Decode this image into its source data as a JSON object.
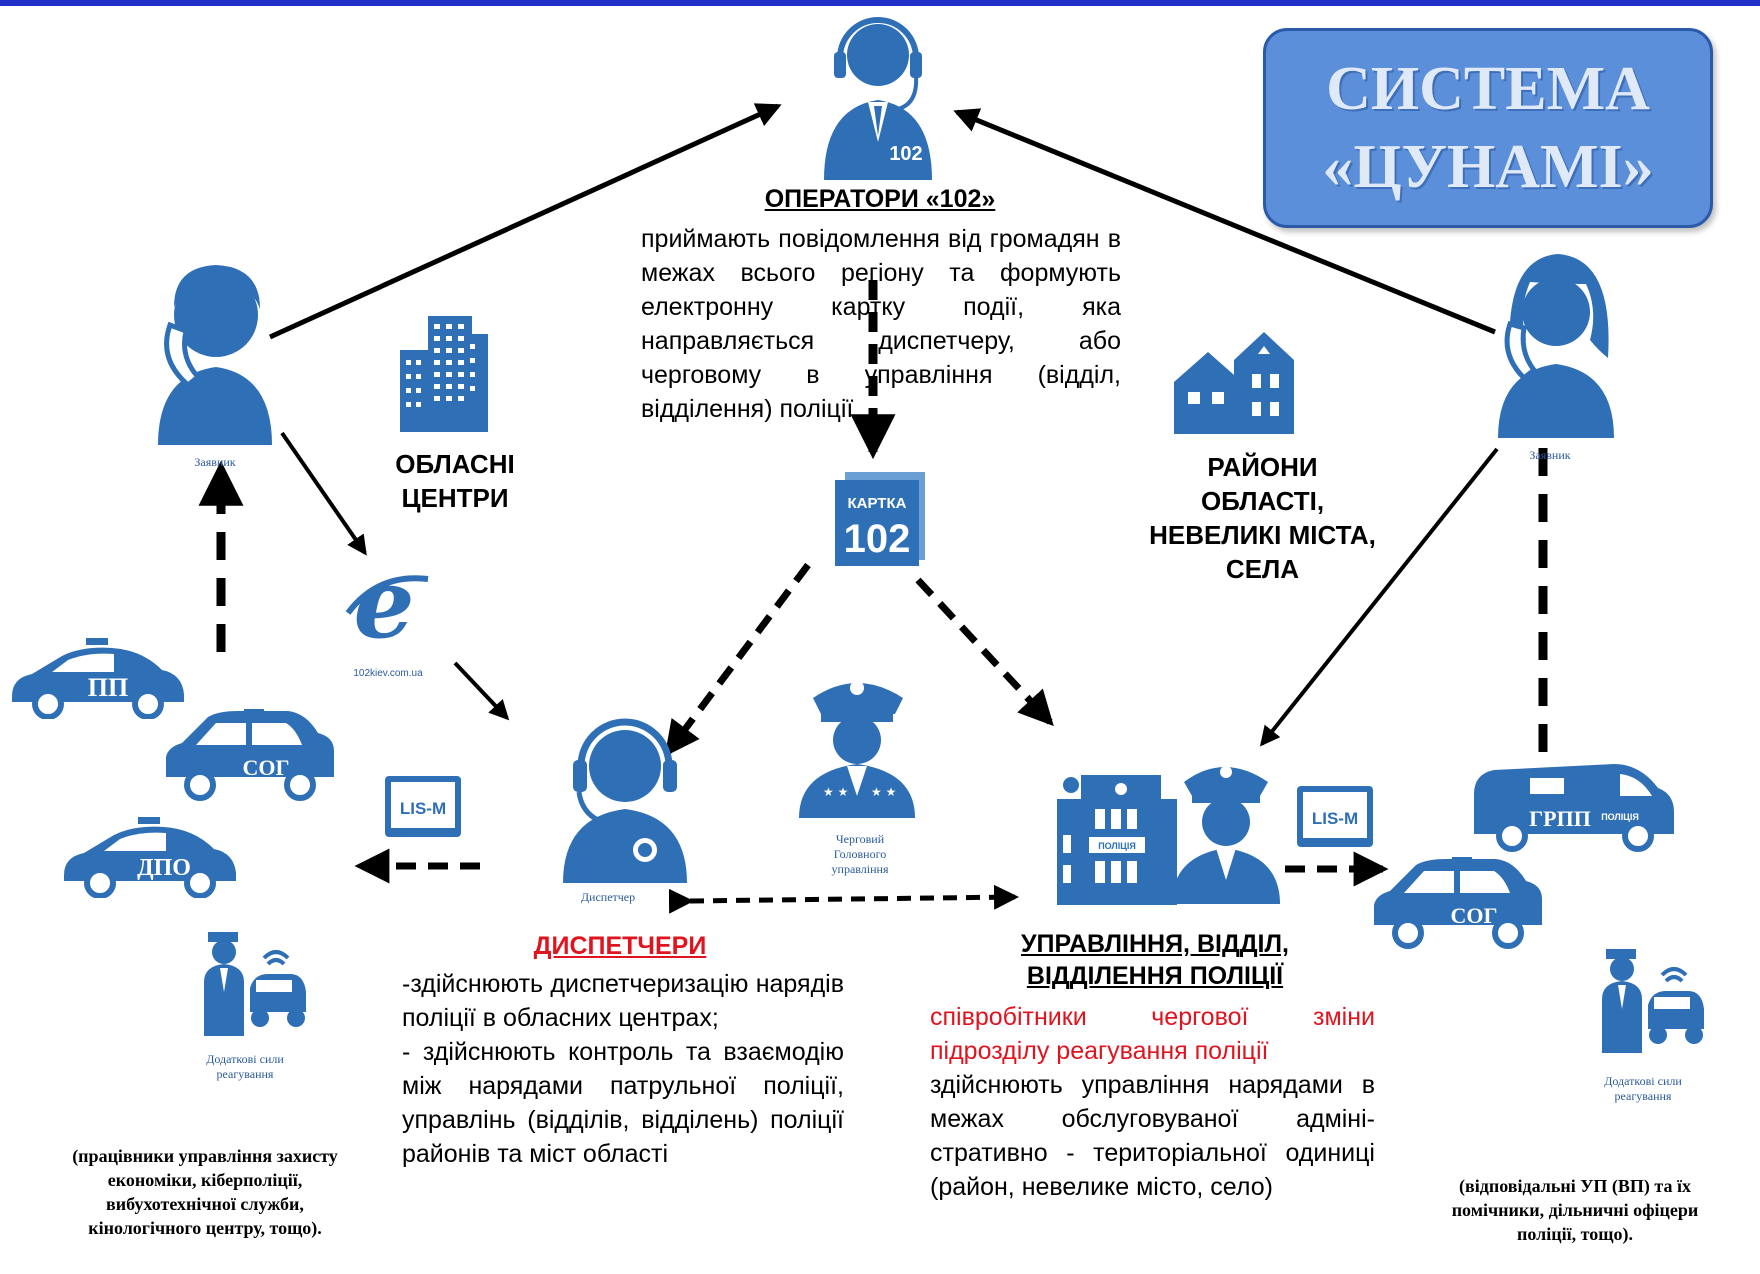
{
  "title": "СИСТЕМА\n«ЦУНАМІ»",
  "operators": {
    "header": "ОПЕРАТОРИ «102»",
    "body": "приймають повідомлення від громадян в межах всього регіону та формують електронну картку події, яка направляється диспетчеру, або черговому в управління (відділ, відділення) поліції",
    "badge": "102"
  },
  "card": {
    "top": "КАРТКА",
    "num": "102"
  },
  "left_zone": {
    "label": "ОБЛАСНІ\nЦЕНТРИ"
  },
  "right_zone": {
    "label": "РАЙОНИ\nОБЛАСТІ,\nНЕВЕЛИКІ МІСТА,\nСЕЛА"
  },
  "left_caller": {
    "caption": "Заявник"
  },
  "right_caller": {
    "caption": "Заявник"
  },
  "web": {
    "caption": "102kiev.com.ua"
  },
  "lis_left": {
    "label": "LIS-M"
  },
  "lis_right": {
    "label": "LIS-M"
  },
  "cars_left": [
    {
      "label": "ПП"
    },
    {
      "label": "СОГ"
    },
    {
      "label": "ДПО"
    }
  ],
  "cars_right": [
    {
      "label": "ГРПП"
    },
    {
      "label": "СОГ"
    }
  ],
  "van_side_label": "ПОЛІЦІЯ",
  "building_sign": "ПОЛІЦІЯ",
  "dispatcher": {
    "caption": "Диспетчер"
  },
  "duty_officer": {
    "caption": "Черговий\nГоловного\nуправління"
  },
  "extra_left": {
    "caption": "Додаткові сили\nреагування"
  },
  "extra_right": {
    "caption": "Додаткові сили\nреагування"
  },
  "dispatchers": {
    "header": "ДИСПЕТЧЕРИ",
    "body1": "-здійснюють диспетчеризацію нарядів поліції в обласних центрах;",
    "body2": "- здійснюють контроль та взаємодію між нарядами патрульної поліції, управлінь (відділів, відділень) поліції районів та міст області"
  },
  "police_unit": {
    "header": "УПРАВЛІННЯ, ВІДДІЛ,\nВІДДІЛЕННЯ ПОЛІЦІЇ",
    "red_body": "співробітники чергової зміни підрозділу реагування поліції",
    "body": "здійснюють управління нарядами в межах обслуговуваної адміні-стративно - територіальної одиниці (район, невелике місто, село)"
  },
  "left_note": "(працівники управління захисту\nекономіки, кіберполіції,\nвибухотехнічної служби,\nкінологічного центру, тощо).",
  "right_note": "(відповідальні  УП (ВП) та їх\nпомічники, дільничні офіцери\nполіції, тощо).",
  "colors": {
    "icon": "#2f6fb6",
    "title_box": "#5b8fd9",
    "red": "#e0141e"
  }
}
